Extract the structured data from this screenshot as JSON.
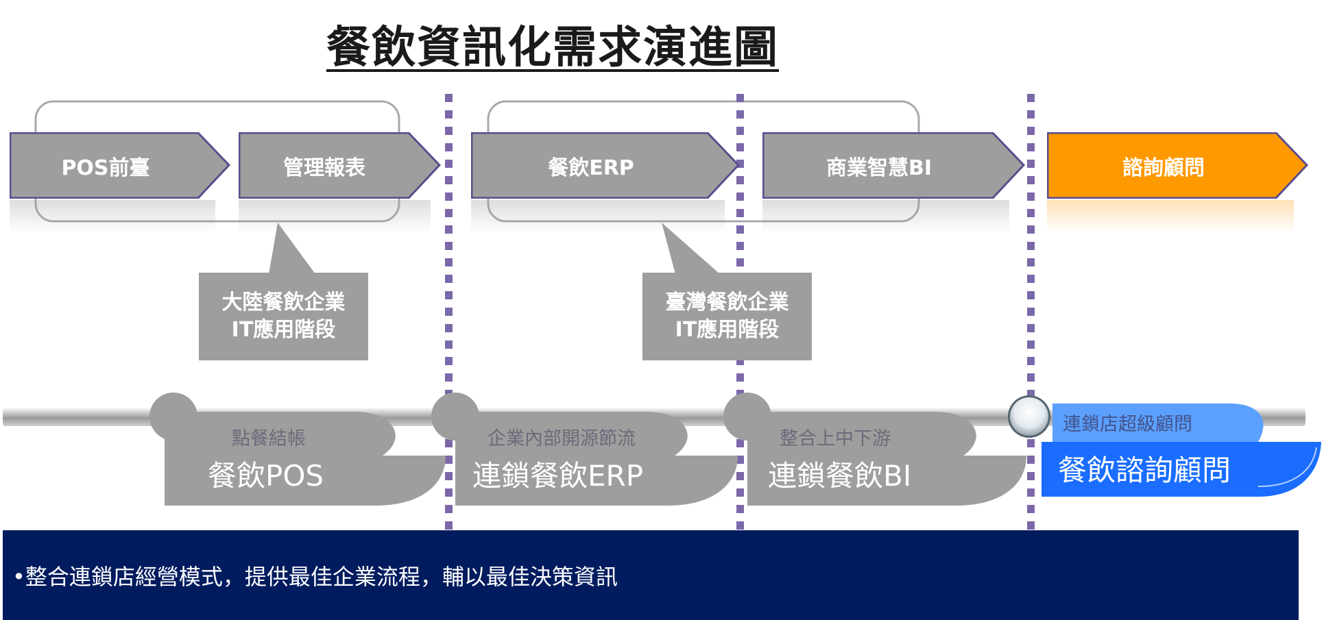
{
  "title": "餐飲資訊化需求演進圖",
  "colors": {
    "stage_gray": "#9e9e9e",
    "stage_border": "#5a4d8c",
    "stage_orange": "#ff9900",
    "dots": "#7b68a8",
    "bottom_bg": "#001b5e",
    "consult_blue": "#1a6dff"
  },
  "stages": [
    {
      "label": "POS前臺"
    },
    {
      "label": "管理報表"
    },
    {
      "label": "餐飲ERP"
    },
    {
      "label": "商業智慧BI"
    },
    {
      "label": "諮詢顧問"
    }
  ],
  "callouts": [
    {
      "line1": "大陸餐飲企業",
      "line2": "IT應用階段"
    },
    {
      "line1": "臺灣餐飲企業",
      "line2": "IT應用階段"
    }
  ],
  "timeline": [
    {
      "sub": "點餐結帳",
      "main": "餐飲POS"
    },
    {
      "sub": "企業內部開源節流",
      "main": "連鎖餐飲ERP"
    },
    {
      "sub": "整合上中下游",
      "main": "連鎖餐飲BI"
    },
    {
      "sub": "連鎖店超級顧問",
      "main": "餐飲諮詢顧問"
    }
  ],
  "bottom_text": "•整合連鎖店經營模式，提供最佳企業流程，輔以最佳決策資訊"
}
